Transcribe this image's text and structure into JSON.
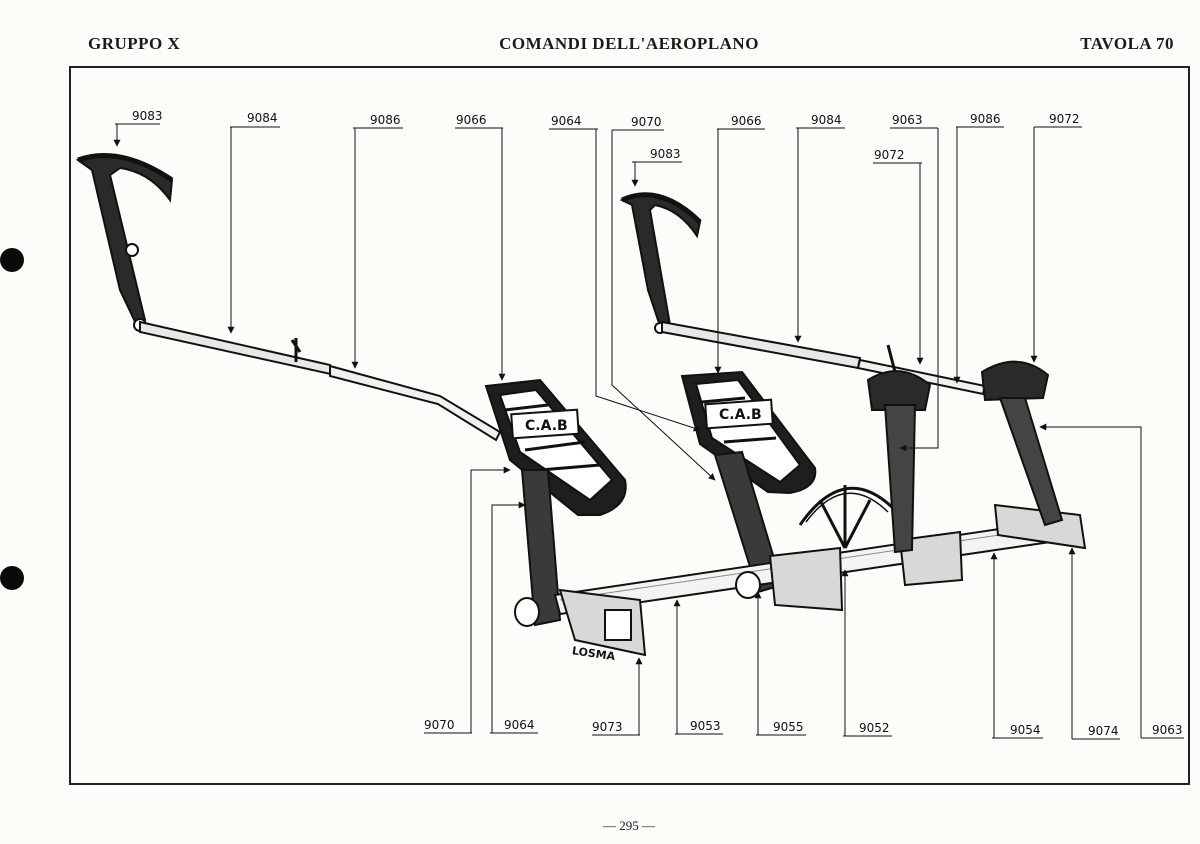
{
  "header": {
    "left": "GRUPPO X",
    "center": "COMANDI DELL'AEROPLANO",
    "right": "TAVOLA 70"
  },
  "footer": {
    "page_number": "— 295 —"
  },
  "drawing": {
    "pedal_marking": "C.A.B",
    "maker_marking": "LOSMA"
  },
  "callouts": {
    "top_left_1": "9083",
    "top_left_2": "9084",
    "top_left_3": "9086",
    "top_left_4": "9066",
    "top_mid_1": "9064",
    "top_mid_2": "9070",
    "top_mid_3": "9083",
    "top_mid_4": "9066",
    "top_right_1": "9084",
    "top_right_2": "9063",
    "top_right_3": "9072",
    "top_right_4": "9086",
    "top_right_5": "9072",
    "bottom_1": "9070",
    "bottom_2": "9064",
    "bottom_3": "9073",
    "bottom_4": "9053",
    "bottom_5": "9055",
    "bottom_6": "9052",
    "bottom_7": "9054",
    "bottom_8": "9074",
    "bottom_9": "9063"
  }
}
